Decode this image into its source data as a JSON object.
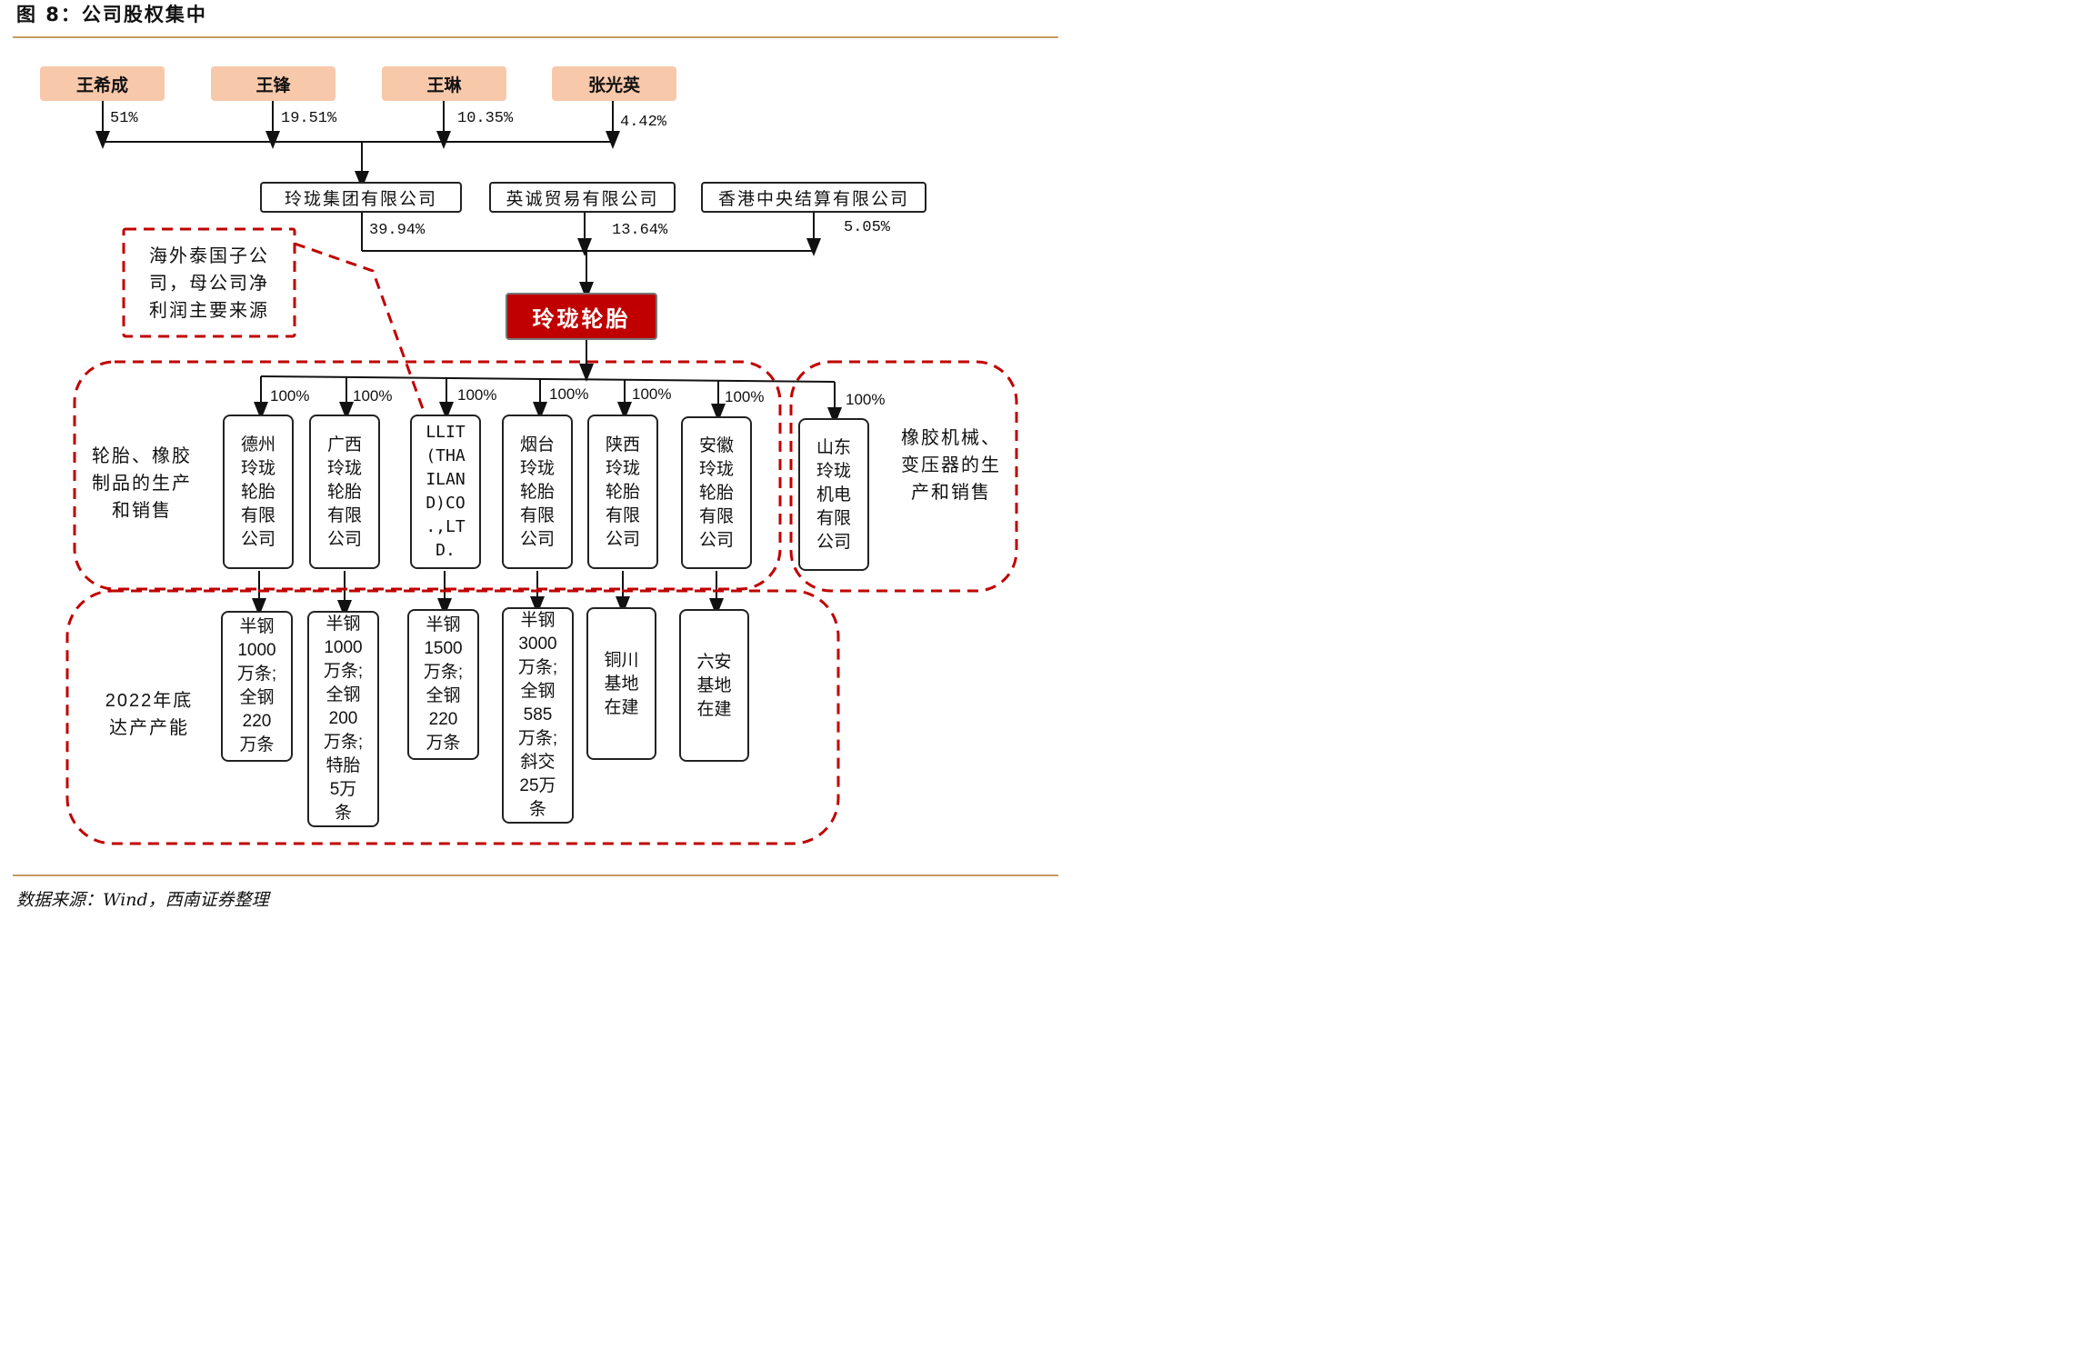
{
  "title": "图 8：公司股权集中",
  "shareholders": [
    {
      "name": "王希成",
      "pct": "51%"
    },
    {
      "name": "王锋",
      "pct": "19.51%"
    },
    {
      "name": "王琳",
      "pct": "10.35%"
    },
    {
      "name": "张光英",
      "pct": "4.42%"
    }
  ],
  "owners": [
    {
      "name": "玲珑集团有限公司",
      "pct": "39.94%"
    },
    {
      "name": "英诚贸易有限公司",
      "pct": "13.64%"
    },
    {
      "name": "香港中央结算有限公司",
      "pct": "5.05%"
    }
  ],
  "center": "玲珑轮胎",
  "callout": "海外泰国子公\n司，母公司净\n利润主要来源",
  "group_labels": {
    "tire": "轮胎、橡胶\n制品的生产\n和销售",
    "machinery": "橡胶机械、\n变压器的生\n产和销售",
    "capacity": "2022年底\n达产产能"
  },
  "subsidiaries": [
    {
      "name": "德州\n玲珑\n轮胎\n有限\n公司",
      "pct": "100%",
      "capacity": "半钢\n1000\n万条;\n全钢\n220\n万条"
    },
    {
      "name": "广西\n玲珑\n轮胎\n有限\n公司",
      "pct": "100%",
      "capacity": "半钢\n1000\n万条;\n全钢\n200\n万条;\n特胎\n5万\n条"
    },
    {
      "name": "LLIT\n(THA\nILAN\nD)CO\n.,LT\nD.",
      "pct": "100%",
      "capacity": "半钢\n1500\n万条;\n全钢\n220\n万条"
    },
    {
      "name": "烟台\n玲珑\n轮胎\n有限\n公司",
      "pct": "100%",
      "capacity": "半钢\n3000\n万条;\n全钢\n585\n万条;\n斜交\n25万\n条"
    },
    {
      "name": "陕西\n玲珑\n轮胎\n有限\n公司",
      "pct": "100%",
      "capacity": "铜川\n基地\n在建"
    },
    {
      "name": "安徽\n玲珑\n轮胎\n有限\n公司",
      "pct": "100%",
      "capacity": "六安\n基地\n在建"
    },
    {
      "name": "山东\n玲珑\n机电\n有限\n公司",
      "pct": "100%",
      "capacity": ""
    }
  ],
  "source": "数据来源：Wind，西南证券整理",
  "colors": {
    "accent_red": "#c00000",
    "shareholder_fill": "#f8c8aa",
    "rule": "#c89a62"
  }
}
